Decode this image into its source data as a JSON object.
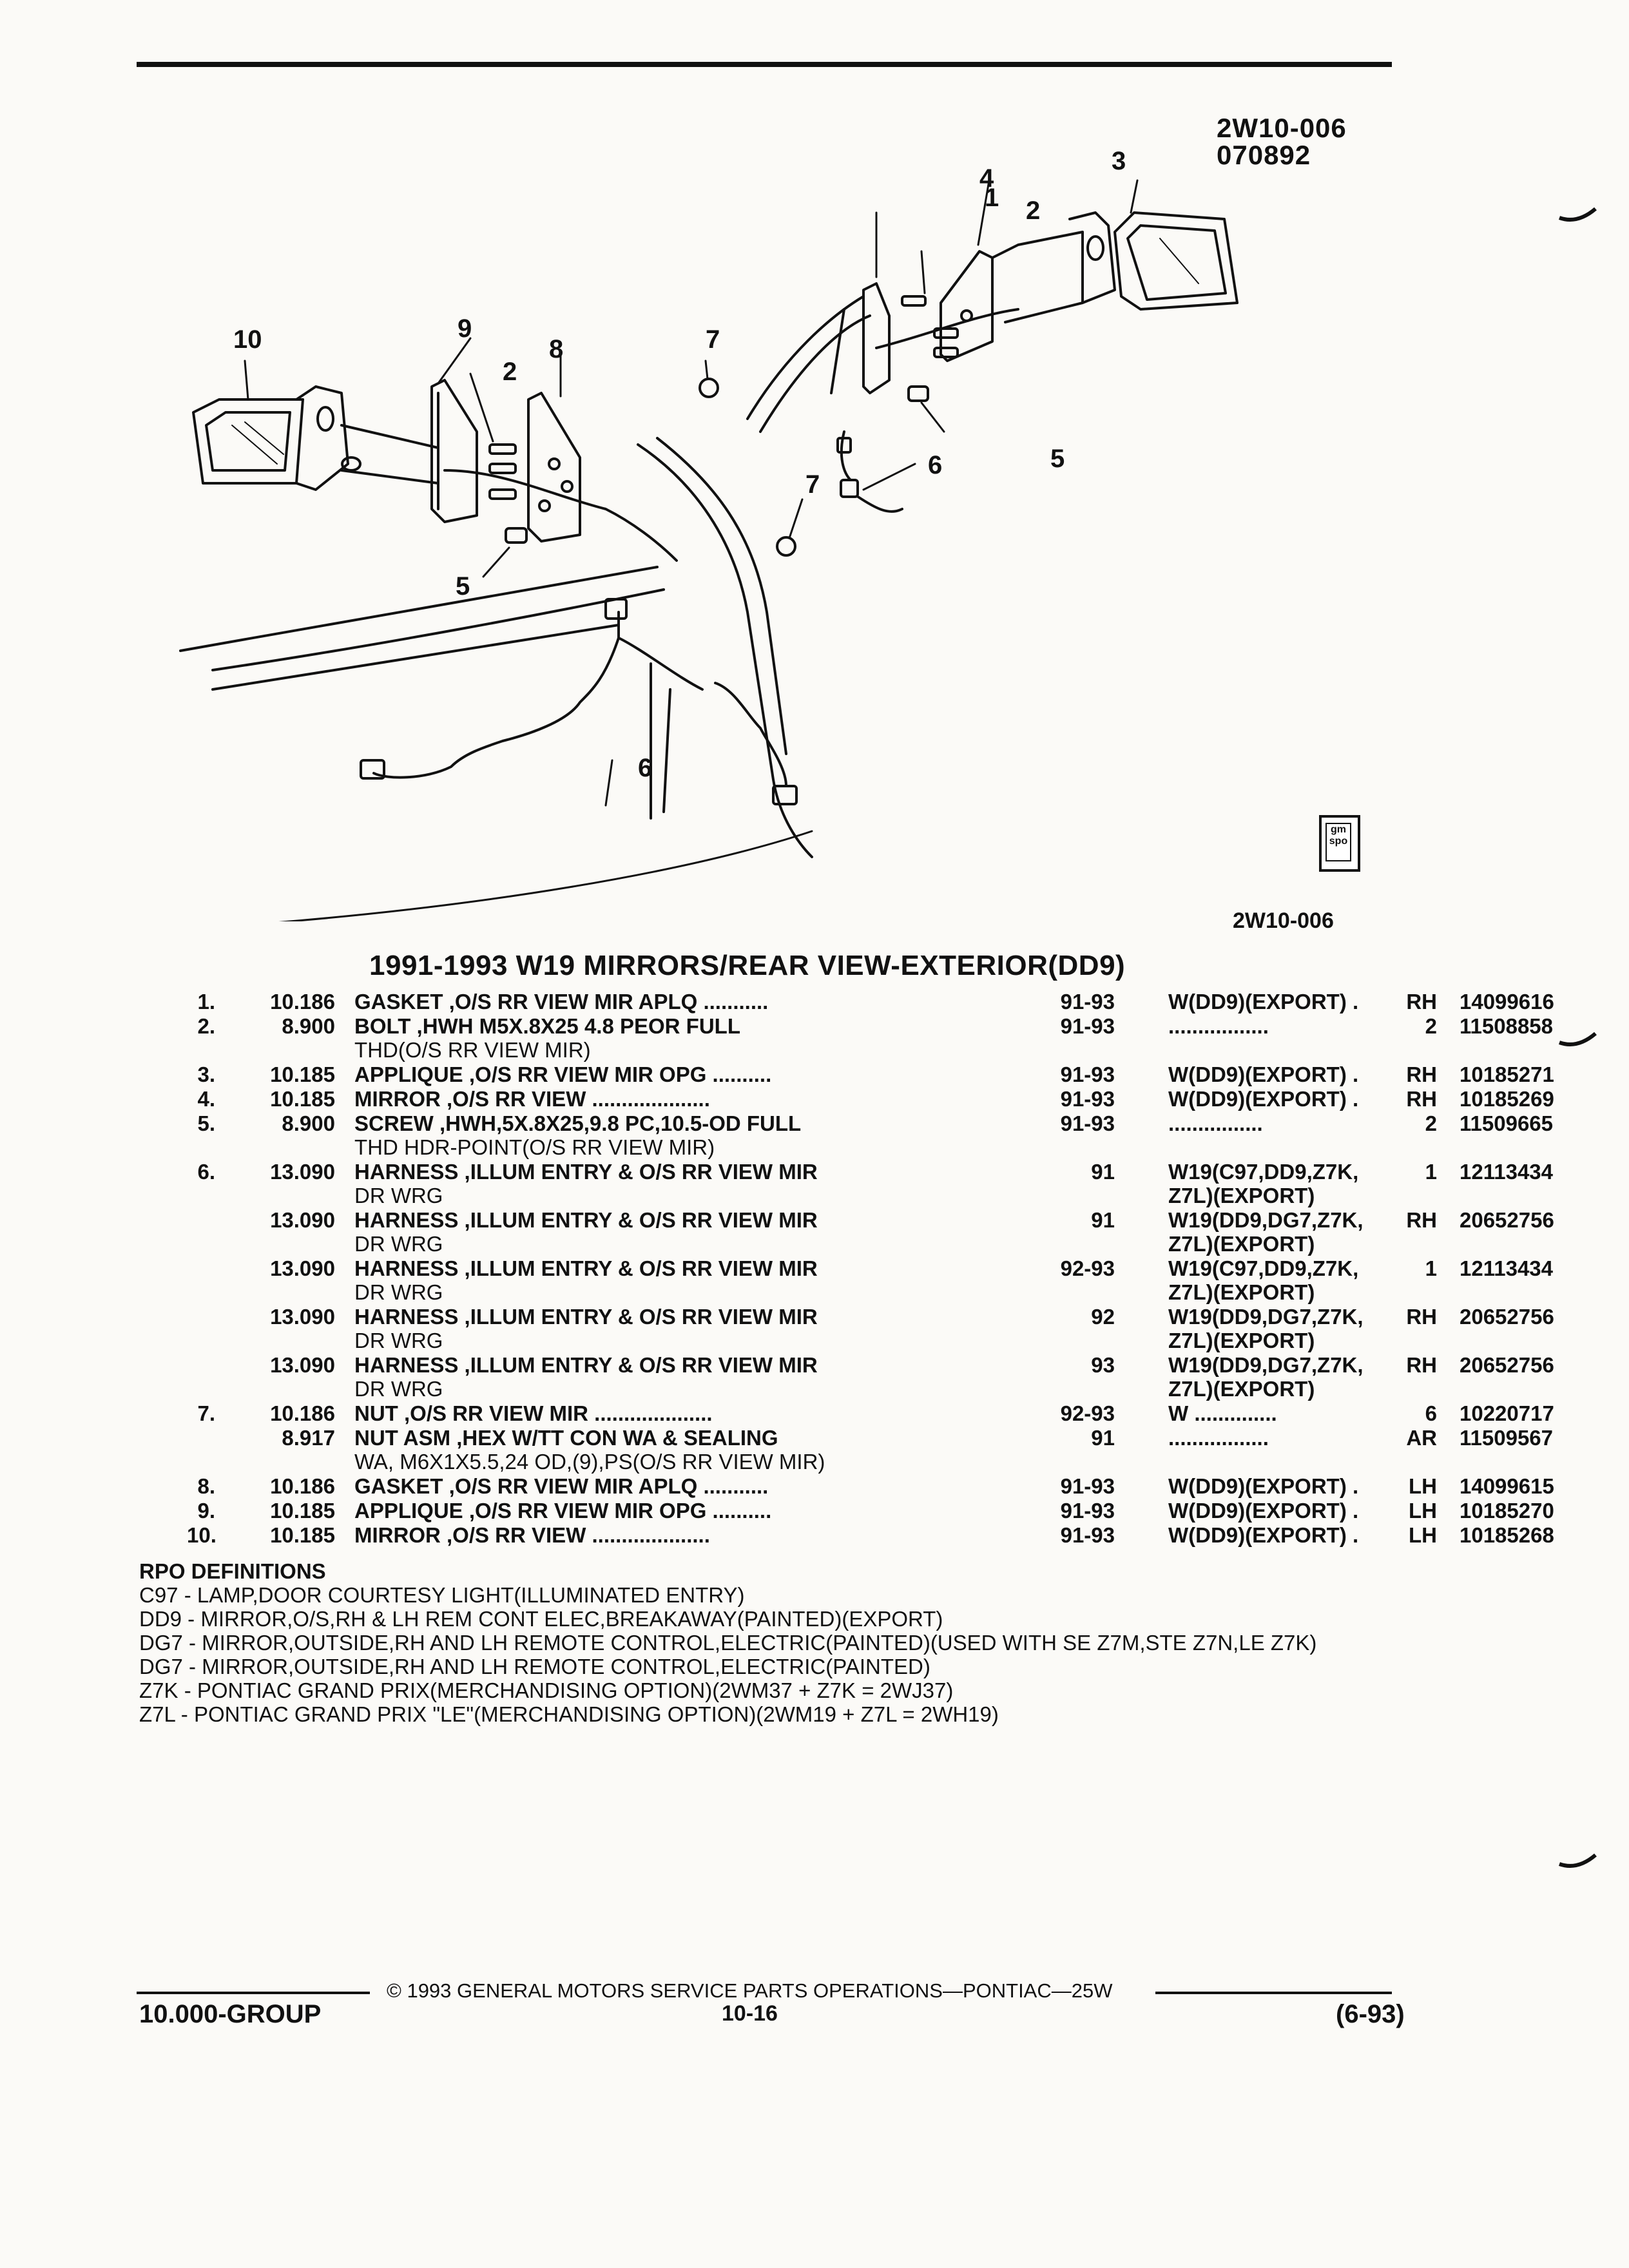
{
  "figure": {
    "code_line1": "2W10-006",
    "code_line2": "070892",
    "ref": "2W10-006",
    "callouts": [
      "1",
      "2",
      "3",
      "4",
      "5",
      "6",
      "7",
      "8",
      "9",
      "10",
      "2",
      "5",
      "6",
      "7"
    ],
    "logo_text": "gm spo"
  },
  "section_title": "1991-1993 W19 MIRRORS/REAR VIEW-EXTERIOR(DD9)",
  "parts": [
    {
      "num": "1.",
      "grp": "10.186",
      "desc": "GASKET ,O/S RR VIEW MIR APLQ ...........",
      "desc2": "",
      "yrs": "91-93",
      "app": "W(DD9)(EXPORT) .",
      "app2": "",
      "qty": "RH",
      "part": "14099616"
    },
    {
      "num": "2.",
      "grp": "8.900",
      "desc": "BOLT ,HWH M5X.8X25 4.8 PEOR FULL",
      "desc2": "THD(O/S RR VIEW MIR)",
      "yrs": "91-93",
      "app": ".................",
      "app2": "",
      "qty": "2",
      "part": "11508858"
    },
    {
      "num": "3.",
      "grp": "10.185",
      "desc": "APPLIQUE ,O/S RR VIEW MIR OPG ..........",
      "desc2": "",
      "yrs": "91-93",
      "app": "W(DD9)(EXPORT) .",
      "app2": "",
      "qty": "RH",
      "part": "10185271"
    },
    {
      "num": "4.",
      "grp": "10.185",
      "desc": "MIRROR ,O/S RR VIEW ....................",
      "desc2": "",
      "yrs": "91-93",
      "app": "W(DD9)(EXPORT) .",
      "app2": "",
      "qty": "RH",
      "part": "10185269"
    },
    {
      "num": "5.",
      "grp": "8.900",
      "desc": "SCREW ,HWH,5X.8X25,9.8 PC,10.5-OD FULL",
      "desc2": "THD HDR-POINT(O/S RR VIEW MIR)",
      "yrs": "91-93",
      "app": "................",
      "app2": "",
      "qty": "2",
      "part": "11509665"
    },
    {
      "num": "6.",
      "grp": "13.090",
      "desc": "HARNESS ,ILLUM ENTRY & O/S RR VIEW MIR",
      "desc2": "DR WRG",
      "yrs": "91",
      "app": "W19(C97,DD9,Z7K,",
      "app2": "Z7L)(EXPORT)",
      "qty": "1",
      "part": "12113434"
    },
    {
      "num": "",
      "grp": "13.090",
      "desc": "HARNESS ,ILLUM ENTRY & O/S RR VIEW MIR",
      "desc2": "DR WRG",
      "yrs": "91",
      "app": "W19(DD9,DG7,Z7K,",
      "app2": "Z7L)(EXPORT)",
      "qty": "RH",
      "part": "20652756"
    },
    {
      "num": "",
      "grp": "13.090",
      "desc": "HARNESS ,ILLUM ENTRY & O/S RR VIEW MIR",
      "desc2": "DR WRG",
      "yrs": "92-93",
      "app": "W19(C97,DD9,Z7K,",
      "app2": "Z7L)(EXPORT)",
      "qty": "1",
      "part": "12113434"
    },
    {
      "num": "",
      "grp": "13.090",
      "desc": "HARNESS ,ILLUM ENTRY & O/S RR VIEW MIR",
      "desc2": "DR WRG",
      "yrs": "92",
      "app": "W19(DD9,DG7,Z7K,",
      "app2": "Z7L)(EXPORT)",
      "qty": "RH",
      "part": "20652756"
    },
    {
      "num": "",
      "grp": "13.090",
      "desc": "HARNESS ,ILLUM ENTRY & O/S RR VIEW MIR",
      "desc2": "DR WRG",
      "yrs": "93",
      "app": "W19(DD9,DG7,Z7K,",
      "app2": "Z7L)(EXPORT)",
      "qty": "RH",
      "part": "20652756"
    },
    {
      "num": "7.",
      "grp": "10.186",
      "desc": "NUT ,O/S RR VIEW MIR ....................",
      "desc2": "",
      "yrs": "92-93",
      "app": "W ..............",
      "app2": "",
      "qty": "6",
      "part": "10220717"
    },
    {
      "num": "",
      "grp": "8.917",
      "desc": "NUT ASM ,HEX W/TT CON WA & SEALING",
      "desc2": "WA, M6X1X5.5,24 OD,(9),PS(O/S RR VIEW MIR)",
      "yrs": "91",
      "app": ".................",
      "app2": "",
      "qty": "AR",
      "part": "11509567"
    },
    {
      "num": "8.",
      "grp": "10.186",
      "desc": "GASKET ,O/S RR VIEW MIR APLQ ...........",
      "desc2": "",
      "yrs": "91-93",
      "app": "W(DD9)(EXPORT) .",
      "app2": "",
      "qty": "LH",
      "part": "14099615"
    },
    {
      "num": "9.",
      "grp": "10.185",
      "desc": "APPLIQUE ,O/S RR VIEW MIR OPG ..........",
      "desc2": "",
      "yrs": "91-93",
      "app": "W(DD9)(EXPORT) .",
      "app2": "",
      "qty": "LH",
      "part": "10185270"
    },
    {
      "num": "10.",
      "grp": "10.185",
      "desc": "MIRROR ,O/S RR VIEW ....................",
      "desc2": "",
      "yrs": "91-93",
      "app": "W(DD9)(EXPORT) .",
      "app2": "",
      "qty": "LH",
      "part": "10185268"
    }
  ],
  "rpo": {
    "title": "RPO DEFINITIONS",
    "items": [
      "C97 - LAMP,DOOR COURTESY LIGHT(ILLUMINATED ENTRY)",
      "DD9 - MIRROR,O/S,RH & LH REM CONT ELEC,BREAKAWAY(PAINTED)(EXPORT)",
      "DG7 - MIRROR,OUTSIDE,RH AND LH REMOTE CONTROL,ELECTRIC(PAINTED)(USED WITH SE Z7M,STE Z7N,LE Z7K)",
      "DG7 - MIRROR,OUTSIDE,RH AND LH REMOTE CONTROL,ELECTRIC(PAINTED)",
      "Z7K - PONTIAC GRAND PRIX(MERCHANDISING OPTION)(2WM37 + Z7K = 2WJ37)",
      "Z7L - PONTIAC GRAND PRIX \"LE\"(MERCHANDISING OPTION)(2WM19 + Z7L = 2WH19)"
    ]
  },
  "footer": {
    "copyright": "© 1993 GENERAL MOTORS SERVICE PARTS OPERATIONS—PONTIAC—25W",
    "group": "10.000-GROUP",
    "page": "10-16",
    "date": "(6-93)"
  }
}
